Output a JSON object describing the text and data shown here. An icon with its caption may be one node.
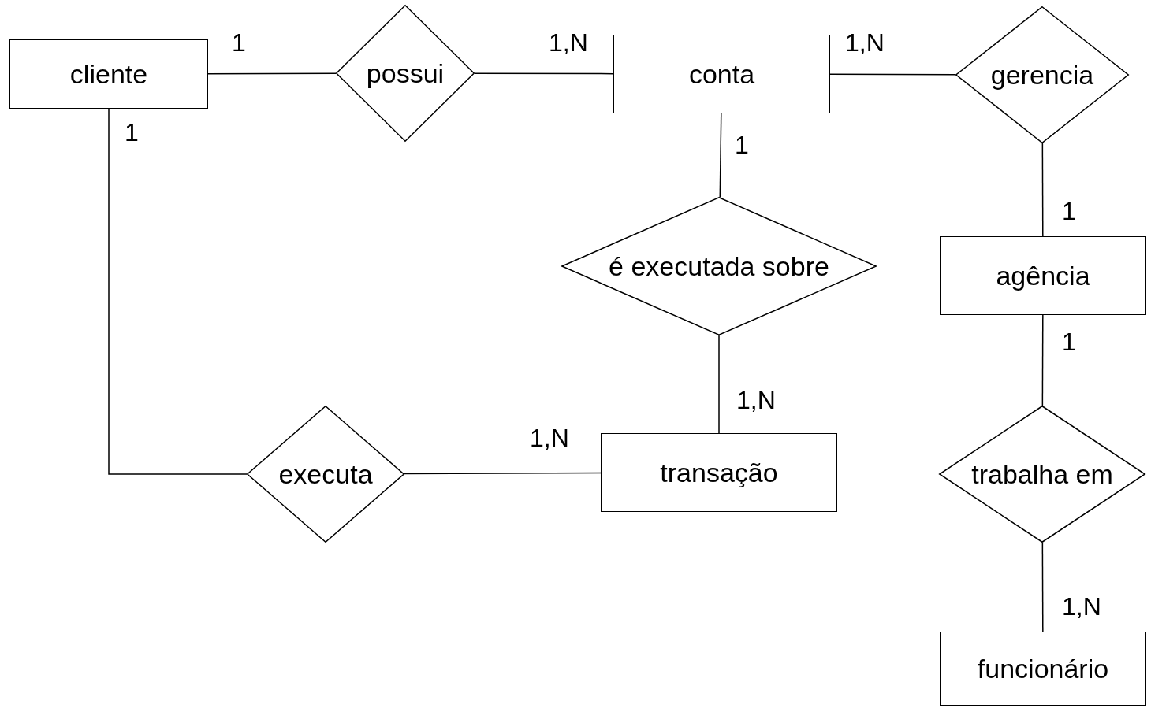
{
  "diagram": {
    "nodes": [
      {
        "text": [
          "cliente"
        ]
      },
      {
        "text": [
          "possui"
        ]
      },
      {
        "text": [
          "conta"
        ]
      },
      {
        "text": [
          "gerencia"
        ]
      },
      {
        "text": [
          "é executada sobre"
        ]
      },
      {
        "text": [
          "agência"
        ]
      },
      {
        "text": [
          "executa"
        ]
      },
      {
        "text": [
          "transação"
        ]
      },
      {
        "text": [
          "trabalha em"
        ]
      },
      {
        "text": [
          "funcionário"
        ]
      }
    ],
    "edges": [
      {
        "from": 0,
        "to": 1,
        "arrow": "none",
        "label": "1"
      },
      {
        "from": 1,
        "to": 2,
        "arrow": "none",
        "label": "1,N"
      },
      {
        "from": 2,
        "to": 3,
        "arrow": "none",
        "label": "1,N"
      },
      {
        "from": 2,
        "to": 4,
        "arrow": "none",
        "label": "1"
      },
      {
        "from": 3,
        "to": 5,
        "arrow": "none",
        "label": "1"
      },
      {
        "from": 0,
        "to": 6,
        "arrow": "none",
        "label": "1"
      },
      {
        "from": 4,
        "to": 7,
        "arrow": "none",
        "label": "1,N"
      },
      {
        "from": 6,
        "to": 7,
        "arrow": "none",
        "label": "1,N"
      },
      {
        "from": 5,
        "to": 8,
        "arrow": "none",
        "label": "1"
      },
      {
        "from": 8,
        "to": 9,
        "arrow": "none",
        "label": "1,N"
      }
    ]
  }
}
